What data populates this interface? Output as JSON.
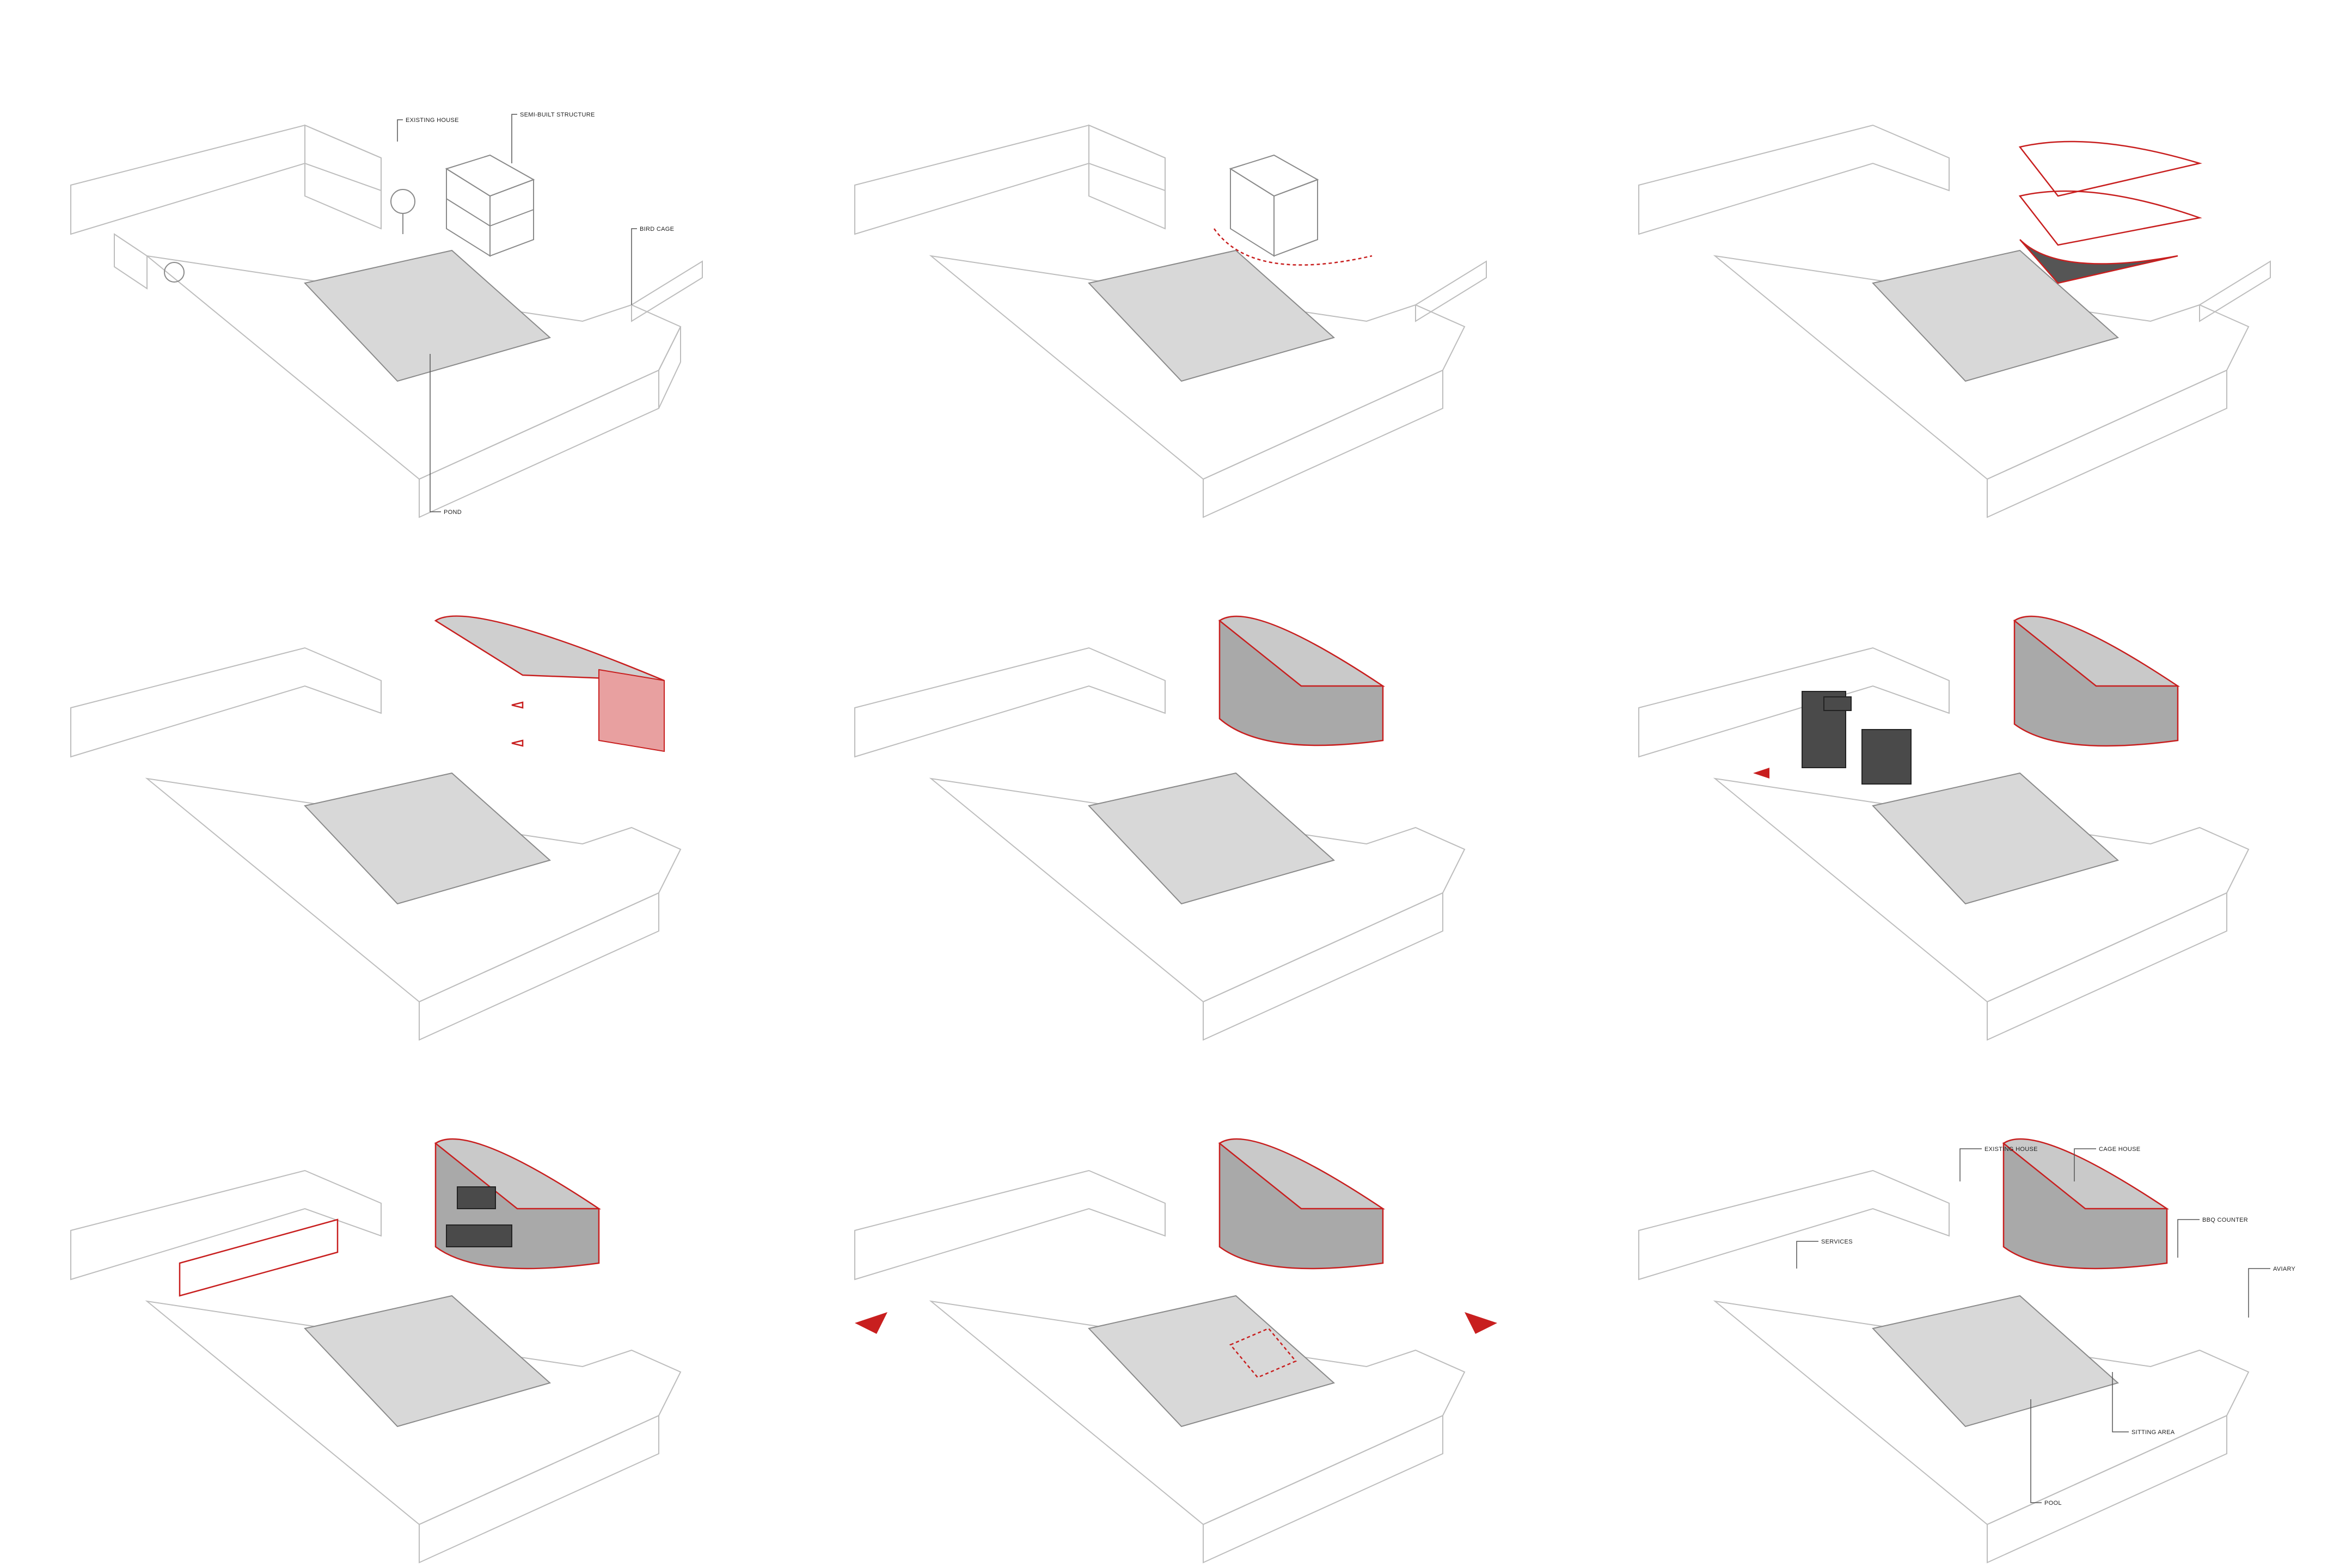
{
  "labels": {
    "existing_house": "EXISTING HOUSE",
    "semi_built": "SEMI-BUILT STRUCTURE",
    "bird_cage": "BIRD CAGE",
    "pond": "POND",
    "existing_house_2": "EXISTING HOUSE",
    "cage_house": "CAGE HOUSE",
    "bbq_counter": "BBQ COUNTER",
    "aviary": "AVIARY",
    "services": "SERVICES",
    "sitting_area": "SITTING AREA",
    "pool": "POOL"
  },
  "colors": {
    "accent": "#c81f1f",
    "outline": "#bdbdbd",
    "pond_fill": "#d8d8d8",
    "mass_fill": "#a9a9a9",
    "dark_fill": "#4a4a4a"
  }
}
